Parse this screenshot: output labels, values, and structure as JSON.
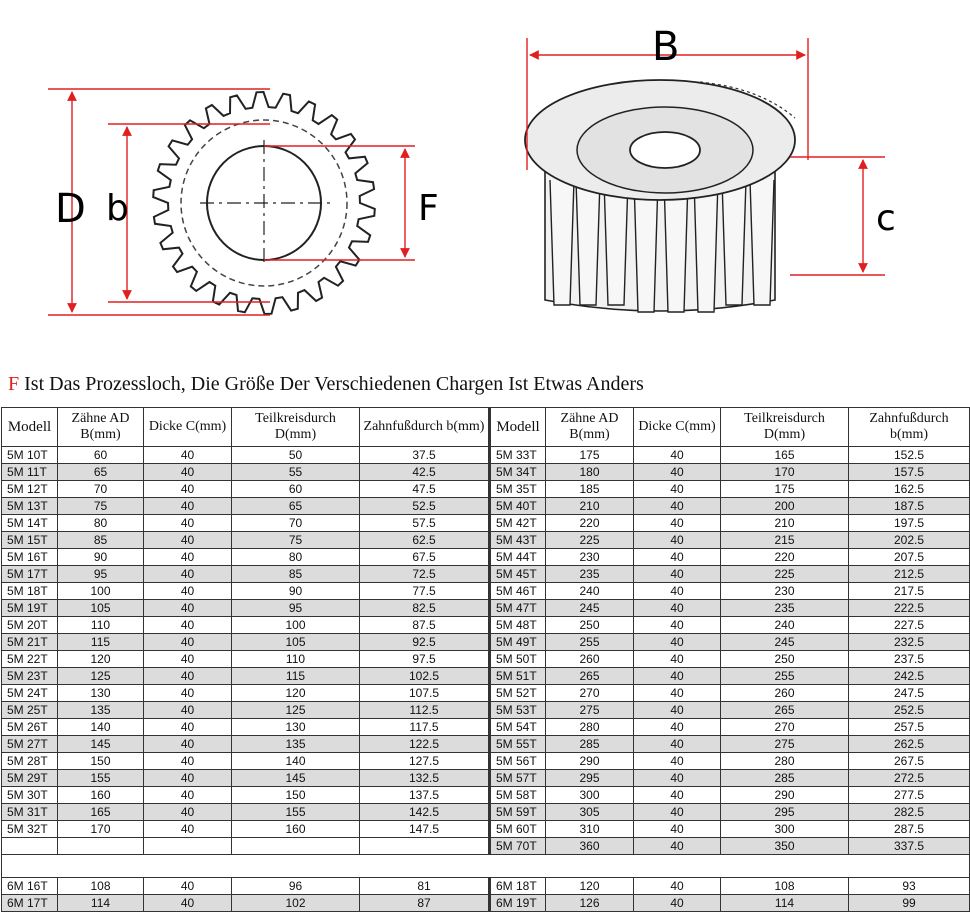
{
  "diagram": {
    "labels": {
      "D": "D",
      "b": "b",
      "F": "F",
      "B": "B",
      "c": "c"
    },
    "line_color": "#e02020"
  },
  "note": {
    "f_letter": "F",
    "text": " Ist Das Prozessloch, Die Größe Der Verschiedenen Chargen Ist Etwas Anders"
  },
  "table": {
    "headers": {
      "modell": "Modell",
      "zahne_ad": "Zähne AD B(mm)",
      "dicke": "Dicke C(mm)",
      "teilkreis": "Teilkreisdurch D(mm)",
      "zahnfuss": "Zahnfußdurch b(mm)"
    },
    "left": [
      [
        "5M 10T",
        "60",
        "40",
        "50",
        "37.5"
      ],
      [
        "5M 11T",
        "65",
        "40",
        "55",
        "42.5"
      ],
      [
        "5M 12T",
        "70",
        "40",
        "60",
        "47.5"
      ],
      [
        "5M 13T",
        "75",
        "40",
        "65",
        "52.5"
      ],
      [
        "5M 14T",
        "80",
        "40",
        "70",
        "57.5"
      ],
      [
        "5M 15T",
        "85",
        "40",
        "75",
        "62.5"
      ],
      [
        "5M 16T",
        "90",
        "40",
        "80",
        "67.5"
      ],
      [
        "5M 17T",
        "95",
        "40",
        "85",
        "72.5"
      ],
      [
        "5M 18T",
        "100",
        "40",
        "90",
        "77.5"
      ],
      [
        "5M 19T",
        "105",
        "40",
        "95",
        "82.5"
      ],
      [
        "5M 20T",
        "110",
        "40",
        "100",
        "87.5"
      ],
      [
        "5M 21T",
        "115",
        "40",
        "105",
        "92.5"
      ],
      [
        "5M 22T",
        "120",
        "40",
        "110",
        "97.5"
      ],
      [
        "5M 23T",
        "125",
        "40",
        "115",
        "102.5"
      ],
      [
        "5M 24T",
        "130",
        "40",
        "120",
        "107.5"
      ],
      [
        "5M 25T",
        "135",
        "40",
        "125",
        "112.5"
      ],
      [
        "5M 26T",
        "140",
        "40",
        "130",
        "117.5"
      ],
      [
        "5M 27T",
        "145",
        "40",
        "135",
        "122.5"
      ],
      [
        "5M 28T",
        "150",
        "40",
        "140",
        "127.5"
      ],
      [
        "5M 29T",
        "155",
        "40",
        "145",
        "132.5"
      ],
      [
        "5M 30T",
        "160",
        "40",
        "150",
        "137.5"
      ],
      [
        "5M 31T",
        "165",
        "40",
        "155",
        "142.5"
      ],
      [
        "5M 32T",
        "170",
        "40",
        "160",
        "147.5"
      ]
    ],
    "right": [
      [
        "5M 33T",
        "175",
        "40",
        "165",
        "152.5"
      ],
      [
        "5M 34T",
        "180",
        "40",
        "170",
        "157.5"
      ],
      [
        "5M 35T",
        "185",
        "40",
        "175",
        "162.5"
      ],
      [
        "5M 40T",
        "210",
        "40",
        "200",
        "187.5"
      ],
      [
        "5M 42T",
        "220",
        "40",
        "210",
        "197.5"
      ],
      [
        "5M 43T",
        "225",
        "40",
        "215",
        "202.5"
      ],
      [
        "5M 44T",
        "230",
        "40",
        "220",
        "207.5"
      ],
      [
        "5M 45T",
        "235",
        "40",
        "225",
        "212.5"
      ],
      [
        "5M 46T",
        "240",
        "40",
        "230",
        "217.5"
      ],
      [
        "5M 47T",
        "245",
        "40",
        "235",
        "222.5"
      ],
      [
        "5M 48T",
        "250",
        "40",
        "240",
        "227.5"
      ],
      [
        "5M 49T",
        "255",
        "40",
        "245",
        "232.5"
      ],
      [
        "5M 50T",
        "260",
        "40",
        "250",
        "237.5"
      ],
      [
        "5M 51T",
        "265",
        "40",
        "255",
        "242.5"
      ],
      [
        "5M 52T",
        "270",
        "40",
        "260",
        "247.5"
      ],
      [
        "5M 53T",
        "275",
        "40",
        "265",
        "252.5"
      ],
      [
        "5M 54T",
        "280",
        "40",
        "270",
        "257.5"
      ],
      [
        "5M 55T",
        "285",
        "40",
        "275",
        "262.5"
      ],
      [
        "5M 56T",
        "290",
        "40",
        "280",
        "267.5"
      ],
      [
        "5M 57T",
        "295",
        "40",
        "285",
        "272.5"
      ],
      [
        "5M 58T",
        "300",
        "40",
        "290",
        "277.5"
      ],
      [
        "5M 59T",
        "305",
        "40",
        "295",
        "282.5"
      ],
      [
        "5M 60T",
        "310",
        "40",
        "300",
        "287.5"
      ],
      [
        "5M 70T",
        "360",
        "40",
        "350",
        "337.5"
      ]
    ],
    "bottom": [
      {
        "left": [
          "6M 16T",
          "108",
          "40",
          "96",
          "81"
        ],
        "right": [
          "6M 18T",
          "120",
          "40",
          "108",
          "93"
        ]
      },
      {
        "left": [
          "6M 17T",
          "114",
          "40",
          "102",
          "87"
        ],
        "right": [
          "6M 19T",
          "126",
          "40",
          "114",
          "99"
        ]
      }
    ]
  }
}
